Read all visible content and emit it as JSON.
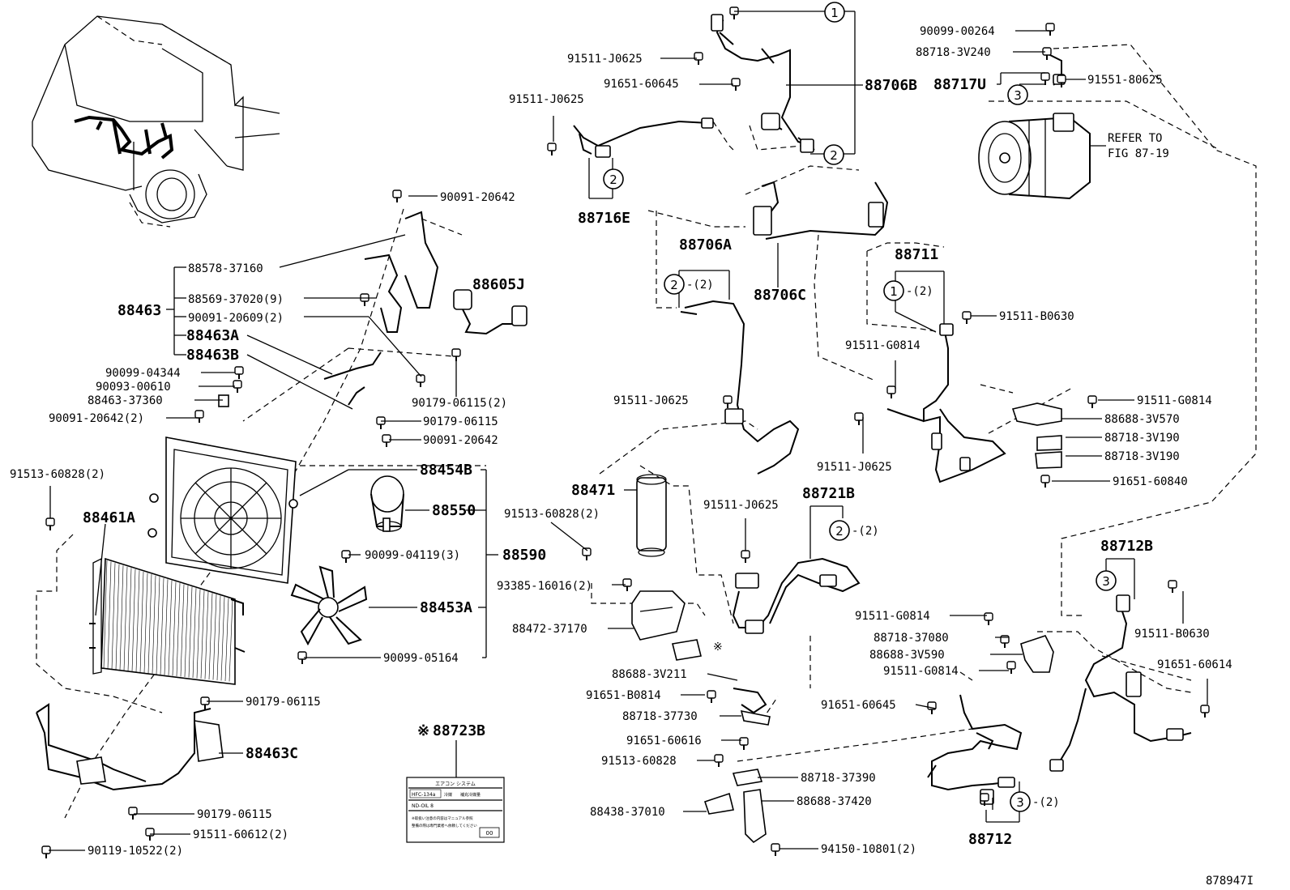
{
  "diagram_id": "878947I",
  "refer_note_line1": "REFER TO",
  "refer_note_line2": "FIG 87-19",
  "label_marker": "※",
  "label_part": "88723B",
  "label_sticker": {
    "header": "エアコン システム",
    "r1c1": "HFC-134a",
    "r1c2": "冷媒",
    "r1c3": "補充冷媒量",
    "r2c1": "ND-OIL 8",
    "r3": "※取扱い注意の内容はマニュアル参照",
    "r4": "整備の際は専門業者へ依頼してください",
    "code": "00"
  },
  "group_labels": {
    "g88463": "88463",
    "g88590": "88590",
    "g88706B": "88706B",
    "g88717U": "88717U",
    "g88716E": "88716E",
    "g88706A": "88706A",
    "g88706C": "88706C",
    "g88711": "88711",
    "g88721B": "88721B",
    "g88712B": "88712B",
    "g88712": "88712"
  },
  "callouts": {
    "c1a": "1",
    "c2a": "2",
    "c3a": "3",
    "c2b": "2",
    "c2c": "2",
    "c1b": "1",
    "c2d": "2",
    "c3b": "3",
    "c3c": "3"
  },
  "qty": {
    "q_88706A": "-(2)",
    "q_88711": "-(2)",
    "q_88721B": "-(2)",
    "q_88712": "-(2)"
  },
  "parts": {
    "p90099_00264": "90099-00264",
    "p88718_3V240": "88718-3V240",
    "p91551_80625": "91551-80625",
    "p91511_J0625_a": "91511-J0625",
    "p91651_60645_a": "91651-60645",
    "p91511_J0625_b": "91511-J0625",
    "p90091_20642_a": "90091-20642",
    "p88578_37160": "88578-37160",
    "p88569_37020": "88569-37020(9)",
    "p90091_20609": "90091-20609(2)",
    "p88463A": "88463A",
    "p88463B": "88463B",
    "p90099_04344": "90099-04344",
    "p90093_00610": "90093-00610",
    "p88463_37360": "88463-37360",
    "p90091_20642_b": "90091-20642(2)",
    "p90179_06115_2": "90179-06115(2)",
    "p90179_06115_a": "90179-06115",
    "p90091_20642_c": "90091-20642",
    "p88605J": "88605J",
    "p91513_60828_2a": "91513-60828(2)",
    "p88461A": "88461A",
    "p88454B": "88454B",
    "p88550": "88550",
    "p90099_04119": "90099-04119(3)",
    "p88453A": "88453A",
    "p90099_05164": "90099-05164",
    "p90179_06115_b": "90179-06115",
    "p88463C": "88463C",
    "p90179_06115_c": "90179-06115",
    "p91511_60612": "91511-60612(2)",
    "p90119_10522": "90119-10522(2)",
    "p91511_B0630_a": "91511-B0630",
    "p91511_G0814_a": "91511-G0814",
    "p91511_J0625_c": "91511-J0625",
    "p91511_J0625_d": "91511-J0625",
    "p91511_G0814_b": "91511-G0814",
    "p88688_3V570": "88688-3V570",
    "p88718_3V190_a": "88718-3V190",
    "p88718_3V190_b": "88718-3V190",
    "p91651_60840": "91651-60840",
    "p88471": "88471",
    "p91513_60828_2b": "91513-60828(2)",
    "p91511_J0625_e": "91511-J0625",
    "p93385_16016": "93385-16016(2)",
    "p88472_37170": "88472-37170",
    "p91511_G0814_c": "91511-G0814",
    "p88718_37080": "88718-37080",
    "p88688_3V590": "88688-3V590",
    "p91511_G0814_d": "91511-G0814",
    "p91511_B0630_b": "91511-B0630",
    "p91651_60614": "91651-60614",
    "p88688_3V211": "88688-3V211",
    "p91651_B0814": "91651-B0814",
    "p88718_37730": "88718-37730",
    "p91651_60616": "91651-60616",
    "p91513_60828": "91513-60828",
    "p91651_60645_b": "91651-60645",
    "p88718_37390": "88718-37390",
    "p88438_37010": "88438-37010",
    "p88688_37420": "88688-37420",
    "p94150_10801": "94150-10801(2)"
  }
}
